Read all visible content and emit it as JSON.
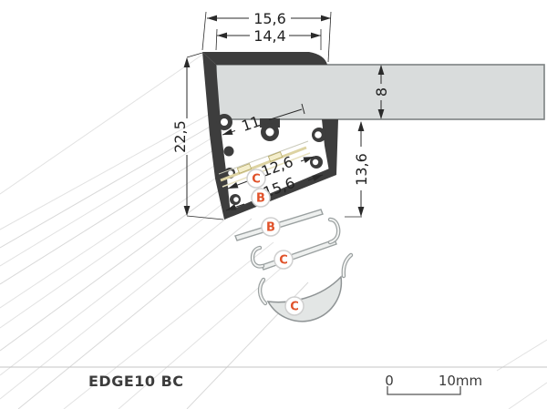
{
  "title": {
    "label": "EDGE10 BC"
  },
  "scale_bar": {
    "start_label": "0",
    "end_label": "10mm"
  },
  "dimensions": {
    "outer_width": "15,6",
    "inner_width": "14,4",
    "total_height": "22,5",
    "panel_thickness": "8",
    "led_channel_width": "11",
    "cover_inner_width": "12,6",
    "cover_outer_width": "15,6",
    "channel_drop": "13,6"
  },
  "markers": {
    "cover_b": "B",
    "cover_c": "C"
  },
  "colors": {
    "profile_body": "#3d3d3d",
    "glass_panel": "#d9dcdc",
    "accent_marker": "#e0522a",
    "led_strip": "#ddd3a2",
    "line": "#2a2a2a"
  }
}
